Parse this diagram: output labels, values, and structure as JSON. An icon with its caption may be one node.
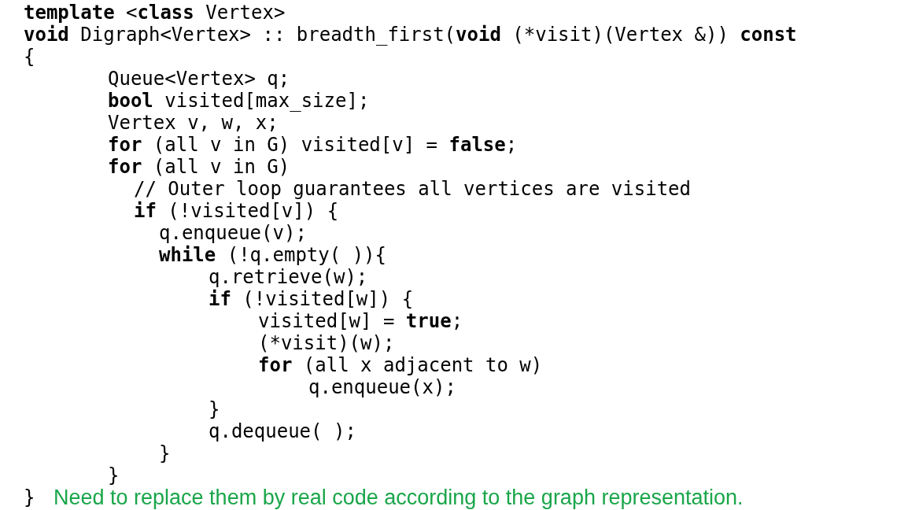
{
  "diagram": {
    "labels": [
      "**template** <**class** Vertex>",
      "**void** Digraph<Vertex> :: breadth_first(**void** (*visit)(Vertex &)) **const**",
      "{",
      "Queue<Vertex> q;",
      "**bool** visited[max_size];",
      "Vertex v, w, x;",
      "**for** (all v in G) visited[v] = **false**;",
      "**for** (all v in G)",
      "// Outer loop guarantees all vertices are visited",
      "**if** (!visited[v]) {",
      "q.enqueue(v);",
      "**while** (!q.empty( )){",
      "q.retrieve(w);",
      "**if** (!visited[w]) {",
      "visited[w] = **true**;",
      "(*visit)(w);",
      "**for** (all x adjacent to w)",
      "q.enqueue(x);",
      "}",
      "q.dequeue( );",
      "}",
      "}",
      "}",
      "Need to replace them by real code according to the graph representation."
    ]
  }
}
